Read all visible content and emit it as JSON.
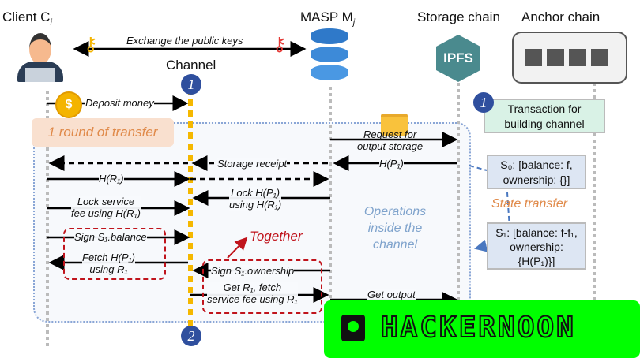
{
  "headers": {
    "client": "Client C",
    "client_sub": "i",
    "masp": "MASP M",
    "masp_sub": "j",
    "storage": "Storage chain",
    "anchor": "Anchor chain",
    "channel": "Channel"
  },
  "ipfs_logo": "IPFS",
  "markers": {
    "one": "1",
    "two": "2"
  },
  "round_label": "1 round of transfer",
  "operations_label": [
    "Operations",
    "inside the",
    "channel"
  ],
  "together": "Together",
  "state_transfer": "State transfer",
  "transaction_box": [
    "Transaction for",
    "building channel"
  ],
  "s0_box": [
    "S₀: [balance: f,",
    "ownership: {}]"
  ],
  "s1_box": [
    "S₁: [balance: f-f₁,",
    "ownership:",
    "{H(P₁)}]"
  ],
  "messages": {
    "exchange": "Exchange the public keys",
    "deposit": "Deposit money",
    "request": [
      "Request for",
      "output storage"
    ],
    "storage_receipt": "Storage receipt",
    "h_p1": "H(P₁)",
    "h_r1": "H(R₁)",
    "lock_hp1": [
      "Lock H(P₁)",
      "using H(R₁)"
    ],
    "lock_fee": [
      "Lock service",
      "fee using H(R₁)"
    ],
    "sign_balance": "Sign S₁.balance",
    "fetch_hp1": [
      "Fetch H(P₁)",
      "using R₁"
    ],
    "sign_ownership": "Sign S₁.ownership",
    "get_r1": [
      "Get R₁, fetch",
      "service fee using R₁"
    ],
    "get_output": "Get output"
  },
  "watermark": "HACKERNOON",
  "colors": {
    "channel_line": "#f5b800",
    "marker": "#2f4f9e",
    "round_bg": "#f9e0cf",
    "round_text": "#e08a4a",
    "ops_text": "#7fa3cc",
    "together": "#c0141c",
    "state_text": "#e08a4a",
    "tx_box": "#d9f2e6",
    "state_box": "#dde6f3",
    "watermark_bg": "#00ff00"
  }
}
